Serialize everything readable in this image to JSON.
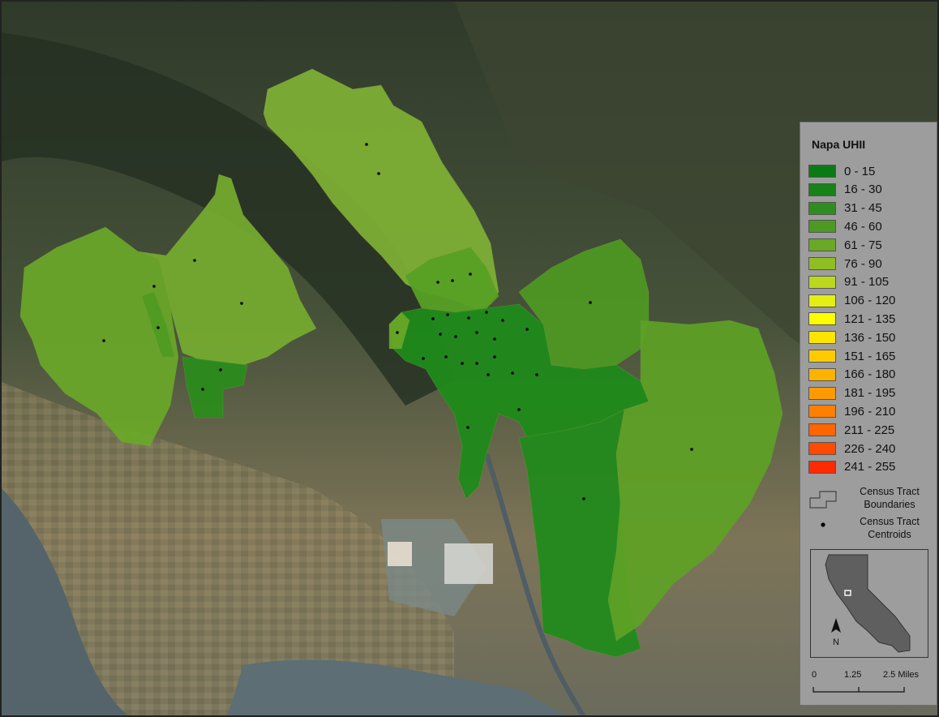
{
  "legend": {
    "title": "Napa UHII",
    "classes": [
      {
        "label": "0 - 15",
        "color": "#0a7a14"
      },
      {
        "label": "16 - 30",
        "color": "#178218"
      },
      {
        "label": "31 - 45",
        "color": "#2e8d1e"
      },
      {
        "label": "46 - 60",
        "color": "#4c9a22"
      },
      {
        "label": "61 - 75",
        "color": "#6aa825"
      },
      {
        "label": "76 - 90",
        "color": "#8fbe22"
      },
      {
        "label": "91 - 105",
        "color": "#bcd81c"
      },
      {
        "label": "106 - 120",
        "color": "#e5ee12"
      },
      {
        "label": "121 - 135",
        "color": "#ffff00"
      },
      {
        "label": "136 - 150",
        "color": "#ffe400"
      },
      {
        "label": "151 - 165",
        "color": "#ffcb00"
      },
      {
        "label": "166 - 180",
        "color": "#ffb200"
      },
      {
        "label": "181 - 195",
        "color": "#ff9a00"
      },
      {
        "label": "196 - 210",
        "color": "#ff8000"
      },
      {
        "label": "211 - 225",
        "color": "#ff6500"
      },
      {
        "label": "226 - 240",
        "color": "#ff4a00"
      },
      {
        "label": "241 - 255",
        "color": "#ff2a00"
      }
    ],
    "boundaries_label_line1": "Census Tract",
    "boundaries_label_line2": "Boundaries",
    "centroids_label_line1": "Census Tract",
    "centroids_label_line2": "Centroids"
  },
  "inset": {
    "north_label": "N",
    "land_color": "#5f5f5f"
  },
  "scale": {
    "tick0": "0",
    "tick1": "1.25",
    "tick2": "2.5 Miles"
  },
  "colors": {
    "terrain": "#3a4530",
    "bay_water": "#5d6e74"
  }
}
